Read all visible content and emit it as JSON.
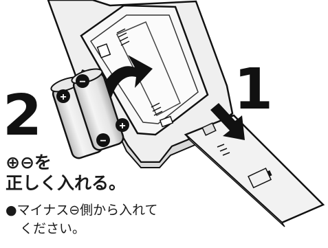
{
  "steps": {
    "step1": "1",
    "step2": "2"
  },
  "polarity_symbols": {
    "plus": "+",
    "minus": "−"
  },
  "instruction": {
    "line1": "⊕⊖を",
    "line2": "正しく入れる。"
  },
  "note": {
    "line1": "●マイナス⊖側から入れて",
    "line2": "ください。"
  },
  "colors": {
    "remote_body": "#f0f0f0",
    "battery_light": "#f5f5f5",
    "outline": "#111111",
    "arrow": "#111111"
  }
}
